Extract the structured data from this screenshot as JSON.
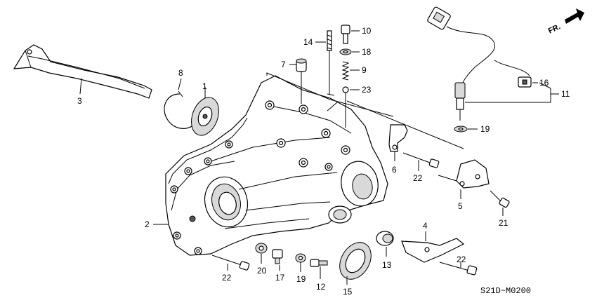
{
  "direction_label": "FR.",
  "diagram_code": "S21D−M0200",
  "callouts": [
    {
      "key": "n1",
      "label": "1"
    },
    {
      "key": "n2",
      "label": "2"
    },
    {
      "key": "n3",
      "label": "3"
    },
    {
      "key": "n4",
      "label": "4"
    },
    {
      "key": "n5",
      "label": "5"
    },
    {
      "key": "n6",
      "label": "6"
    },
    {
      "key": "n7",
      "label": "7"
    },
    {
      "key": "n8",
      "label": "8"
    },
    {
      "key": "n9",
      "label": "9"
    },
    {
      "key": "n10",
      "label": "10"
    },
    {
      "key": "n11",
      "label": "11"
    },
    {
      "key": "n12",
      "label": "12"
    },
    {
      "key": "n13",
      "label": "13"
    },
    {
      "key": "n14",
      "label": "14"
    },
    {
      "key": "n15",
      "label": "15"
    },
    {
      "key": "n16",
      "label": "16"
    },
    {
      "key": "n17",
      "label": "17"
    },
    {
      "key": "n18",
      "label": "18"
    },
    {
      "key": "n19a",
      "label": "19"
    },
    {
      "key": "n19b",
      "label": "19"
    },
    {
      "key": "n20",
      "label": "20"
    },
    {
      "key": "n21",
      "label": "21"
    },
    {
      "key": "n22a",
      "label": "22"
    },
    {
      "key": "n22b",
      "label": "22"
    },
    {
      "key": "n22c",
      "label": "22"
    },
    {
      "key": "n23",
      "label": "23"
    }
  ]
}
